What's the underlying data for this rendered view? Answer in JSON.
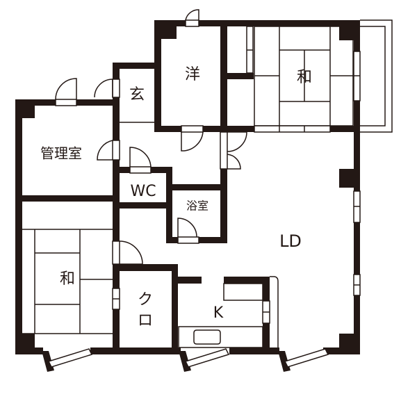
{
  "colors": {
    "wall": "#231815",
    "background": "#ffffff"
  },
  "rooms": {
    "western": "洋",
    "japanese_top": "和",
    "entrance": "玄",
    "manager_room": "管理室",
    "wc": "WC",
    "bathroom": "浴室",
    "ld": "LD",
    "japanese_bottom": "和",
    "closet_1": "ク",
    "closet_2": "ロ",
    "kitchen": "K"
  }
}
